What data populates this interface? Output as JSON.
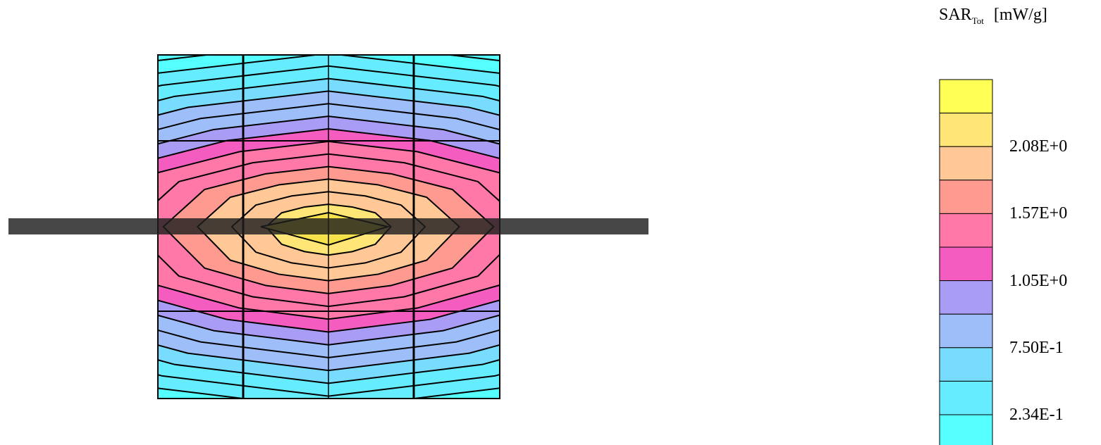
{
  "chart_data": {
    "type": "heatmap",
    "title": "",
    "legend": {
      "quantity": "SAR",
      "quantity_subscript": "Tot",
      "unit": "[mW/g]",
      "placement": "right",
      "levels_top_to_bottom": [
        "#FFFF55",
        "#FFE677",
        "#FFC896",
        "#FF9A90",
        "#FF78A8",
        "#F55CC0",
        "#A89CF5",
        "#9DBEF8",
        "#78DCFF",
        "#66ECFF",
        "#55FFFF"
      ],
      "tick_labels": [
        "2.08E+0",
        "1.57E+0",
        "1.05E+0",
        "7.50E-1",
        "2.34E-1"
      ]
    },
    "field": {
      "peak_color": "#F5E24A",
      "feed_line": "horizontal bar through center"
    }
  }
}
